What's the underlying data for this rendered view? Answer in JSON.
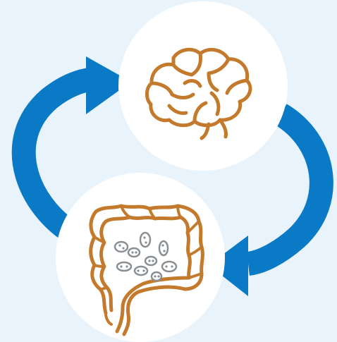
{
  "diagram": {
    "type": "cycle",
    "nodes": [
      {
        "id": "brain",
        "icon": "brain-icon"
      },
      {
        "id": "gut",
        "icon": "gut-microbiome-icon"
      }
    ],
    "edges": [
      {
        "from": "gut",
        "to": "brain",
        "direction": "clockwise-left"
      },
      {
        "from": "brain",
        "to": "gut",
        "direction": "clockwise-right"
      }
    ]
  },
  "colors": {
    "background": "#e9f3fb",
    "circle": "#ffffff",
    "arrow": "#0b7ac6",
    "organ": "#c47a2c",
    "bacteria": "#8a8f94"
  }
}
